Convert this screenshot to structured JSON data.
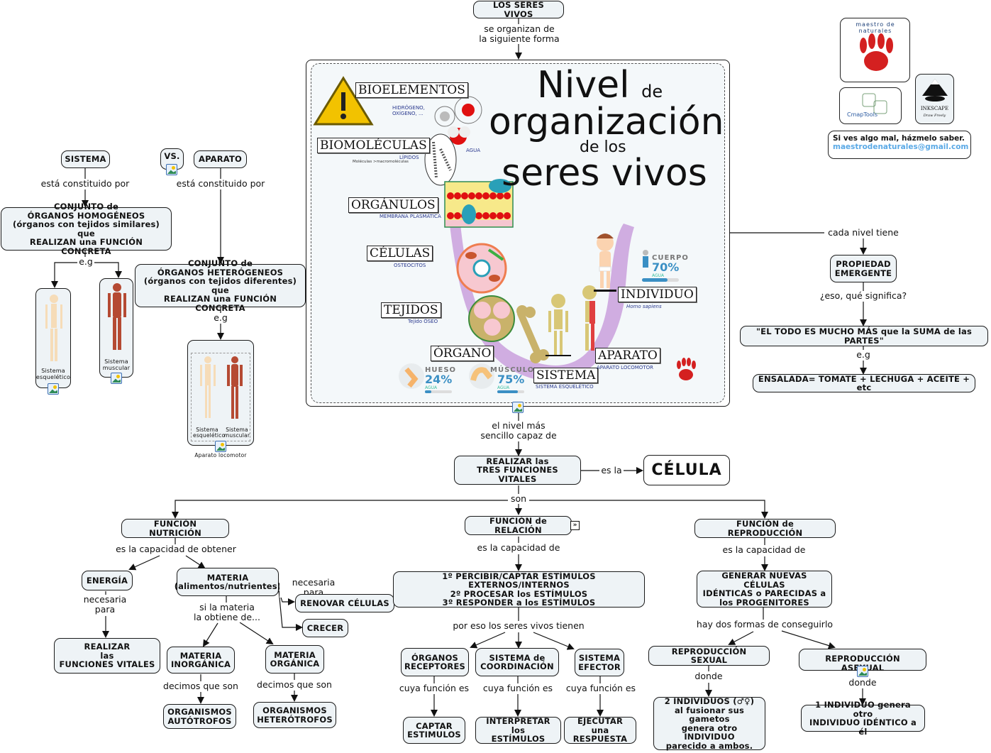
{
  "root": {
    "label": "LOS SERES VIVOS",
    "link": "se organizan de\nla siguiente forma"
  },
  "panel": {
    "title": {
      "line1": "Nivel",
      "line1_small": "de",
      "line2": "organización",
      "line3": "de los",
      "line4": "seres vivos"
    },
    "levels": [
      {
        "label": "BIOELEMENTOS",
        "sub": "HIDRÓGENO,\nOXÍGENO, ..."
      },
      {
        "label": "BIOMOLÉCULAS",
        "sub": "LÍPIDOS",
        "sub2": "Moléculas >macromoléculas",
        "extra": "AGUA"
      },
      {
        "label": "ORGÁNULOS",
        "sub": "MEMBRANA PLASMÁTICA"
      },
      {
        "label": "CÉLULAS",
        "sub": "OSTEOCITOS"
      },
      {
        "label": "TEJIDOS",
        "sub": "Tejido ÓSEO"
      },
      {
        "label": "ÓRGANO",
        "sub": ""
      },
      {
        "label": "SISTEMA",
        "sub": "SISTEMA ESQUELÉTICO"
      },
      {
        "label": "APARATO",
        "sub": "APARATO LOCOMOTOR"
      },
      {
        "label": "INDIVIDUO",
        "sub": "Homo sapiens"
      }
    ],
    "water_stats": [
      {
        "name": "HUESO",
        "percent": "24%",
        "unit": "AGUA",
        "fraction": 0.24
      },
      {
        "name": "MÚSCULO",
        "percent": "75%",
        "unit": "AGUA",
        "fraction": 0.75
      },
      {
        "name": "CUERPO",
        "percent": "70%",
        "unit": "AGUA",
        "fraction": 0.7
      }
    ]
  },
  "left": {
    "sistema": "SISTEMA",
    "vs": "VS.",
    "aparato": "APARATO",
    "link_sistema": "está constituido por",
    "link_aparato": "está constituido por",
    "homogeneos": "CONJUNTO de\nÓRGANOS HOMOGÉNEOS\n(órganos con tejidos similares) que\nREALIZAN una FUNCIÓN CONCRETA",
    "heterogeneos": "CONJUNTO de\nÓRGANOS HETERÓGENEOS\n(órganos con tejidos diferentes) que\nREALIZAN una FUNCIÓN CONCRETA",
    "eg1": "e.g",
    "eg2": "e.g",
    "img_esqueletico": "Sistema\nesquelético",
    "img_muscular": "Sistema\nmuscular",
    "img_aparato_a": "Sistema\nesquelético",
    "img_aparato_b": "Sistema\nmuscular",
    "img_aparato_caption": "Aparato locomotor"
  },
  "right": {
    "logo_text": "maestro de naturales",
    "cmap": "CmapTools",
    "inkscape": "INKSCAPE",
    "inkscape_tag": "Draw Freely",
    "contact_line": "Si ves algo mal, házmelo saber.",
    "contact_email": "maestrodenaturales@gmail.com",
    "link_cada": "cada nivel tiene",
    "propiedad": "PROPIEDAD\nEMERGENTE",
    "link_significa": "¿eso, qué significa?",
    "todo": "\"EL TODO ES MUCHO MÁS que la SUMA de las PARTES\"",
    "eg": "e.g",
    "ensalada": "ENSALADA= TOMATE + LECHUGA + ACEITE + etc"
  },
  "center": {
    "link_sencillo": "el nivel más\nsencillo capaz de",
    "tres": "REALIZAR las\nTRES FUNCIONES VITALES",
    "link_es": "es la",
    "celula": "CÉLULA",
    "link_son": "son"
  },
  "nutricion": {
    "title": "FUNCIÓN NUTRICIÓN",
    "link": "es la capacidad de obtener",
    "energia": "ENERGÍA",
    "materia": "MATERIA\n(alimentos/nutrientes)",
    "link_necesaria": "necesaria\npara",
    "realizar": "REALIZAR\nlas\nFUNCIONES VITALES",
    "link_necesaria2": "necesaria para",
    "renovar": "RENOVAR CÉLULAS",
    "crecer": "CRECER",
    "link_si": "si la materia\nla obtiene de...",
    "inorganica": "MATERIA\nINORGÁNICA",
    "organica": "MATERIA\nORGÁNICA",
    "link_decimos1": "decimos que son",
    "link_decimos2": "decimos que son",
    "autotrofos": "ORGANISMOS\nAUTÓTROFOS",
    "heterotrofos": "ORGANISMOS\nHETERÓTROFOS"
  },
  "relacion": {
    "title": "FUNCIÓN de RELACIÓN",
    "link": "es la capacidad de",
    "pasos": "1º PERCIBIR/CAPTAR ESTÍMULOS EXTERNOS/INTERNOS\n2º PROCESAR los ESTÍMULOS\n3º RESPONDER a los ESTÍMULOS",
    "link_tienen": "por eso los seres vivos tienen",
    "receptores": "ÓRGANOS\nRECEPTORES",
    "coordinacion": "SISTEMA de\nCOORDINACIÓN",
    "efector": "SISTEMA\nEFECTOR",
    "link_cuya1": "cuya función es",
    "link_cuya2": "cuya función es",
    "link_cuya3": "cuya función es",
    "captar": "CAPTAR\nESTIMULOS",
    "interpretar": "INTERPRETAR los\nESTÍMULOS",
    "ejecutar": "EJECUTAR una\nRESPUESTA"
  },
  "reproduccion": {
    "title": "FUNCIÓN de REPRODUCCIÓN",
    "link": "es la capacidad de",
    "generar": "GENERAR NUEVAS CÉLULAS\nIDÉNTICAS o PARECIDAS a\nlos PROGENITORES",
    "link_formas": "hay dos formas de conseguirlo",
    "sexual": "REPRODUCCIÓN SEXUAL",
    "asexual": "REPRODUCCIÓN ASEXUAL",
    "link_donde1": "donde",
    "link_donde2": "donde",
    "sexual_desc": "2 INDIVIDUOS (♂♀)\nal fusionar sus gametos\ngenera otro\nINDIVIDUO\nparecido a ambos.",
    "asexual_desc": "1 INDIVIDUO genera otro\nINDIVIDUO IDÉNTICO a él"
  },
  "colors": {
    "node_bg": "#eef3f6",
    "border": "#1a1a1a",
    "link_email": "#5aa9e6",
    "paw": "#d42020",
    "arc": "#c9a0dc"
  }
}
